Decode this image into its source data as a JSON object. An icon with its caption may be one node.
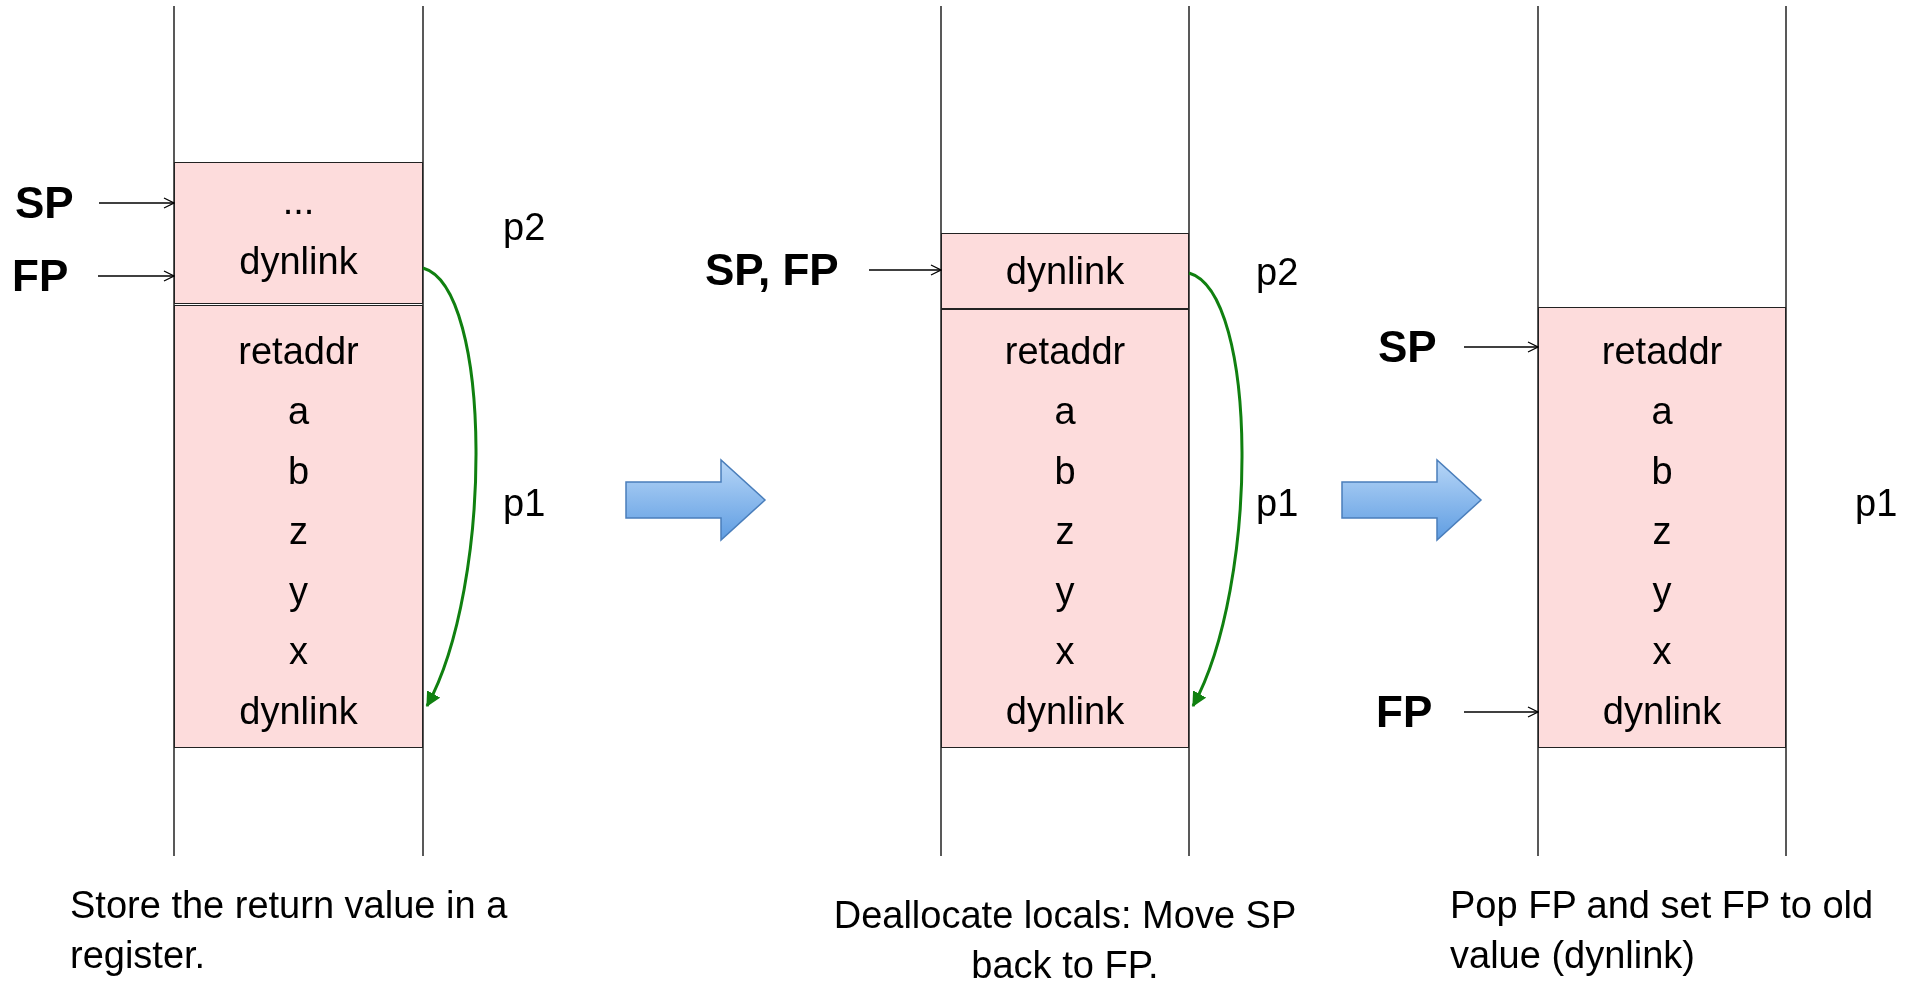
{
  "diagram": {
    "nodes": [
      {
        "text": [
          "SP"
        ]
      },
      {
        "text": [
          "FP"
        ]
      },
      {
        "text": [
          "...",
          "dynlink"
        ],
        "beside": [
          "p2"
        ]
      },
      {
        "text": [
          "retaddr",
          "a",
          "b",
          "z",
          "y",
          "x",
          "dynlink"
        ],
        "beside": [
          "p1"
        ]
      },
      {
        "text": [
          "SP, FP"
        ]
      },
      {
        "text": [
          "dynlink"
        ],
        "beside": [
          "p2"
        ]
      },
      {
        "text": [
          "retaddr",
          "a",
          "b",
          "z",
          "y",
          "x",
          "dynlink"
        ],
        "beside": [
          "p1"
        ]
      },
      {
        "text": [
          "SP"
        ]
      },
      {
        "text": [
          "FP"
        ]
      },
      {
        "text": [
          "retaddr",
          "a",
          "b",
          "z",
          "y",
          "x",
          "dynlink"
        ],
        "beside": [
          "p1"
        ]
      }
    ],
    "edges": [
      {
        "from": 0,
        "to": 2,
        "arrow": "to"
      },
      {
        "from": 1,
        "to": 2,
        "arrow": "to"
      },
      {
        "from": 2,
        "to": 3,
        "arrow": "to",
        "color": "#108010"
      },
      {
        "from": 4,
        "to": 5,
        "arrow": "to"
      },
      {
        "from": 5,
        "to": 6,
        "arrow": "to",
        "color": "#108010"
      },
      {
        "from": 7,
        "to": 9,
        "arrow": "to"
      },
      {
        "from": 8,
        "to": 9,
        "arrow": "to"
      }
    ],
    "labels": [
      "Store the return value in a register.",
      "Deallocate locals: Move SP back to FP.",
      "Pop FP and set FP to old value (dynlink)"
    ]
  }
}
